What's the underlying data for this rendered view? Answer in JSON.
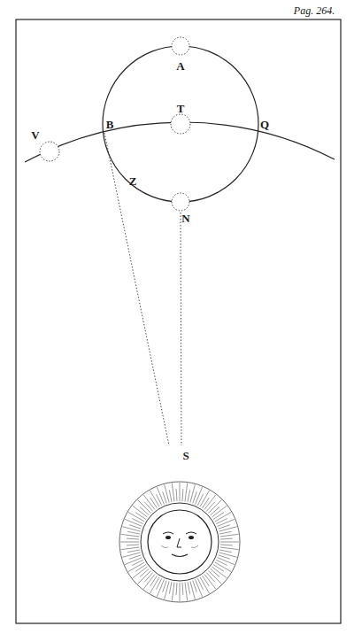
{
  "diagram": {
    "labels": [
      "Pag. 264.",
      "A",
      "T",
      "V",
      "B",
      "Q",
      "Z",
      "N",
      "S"
    ]
  }
}
